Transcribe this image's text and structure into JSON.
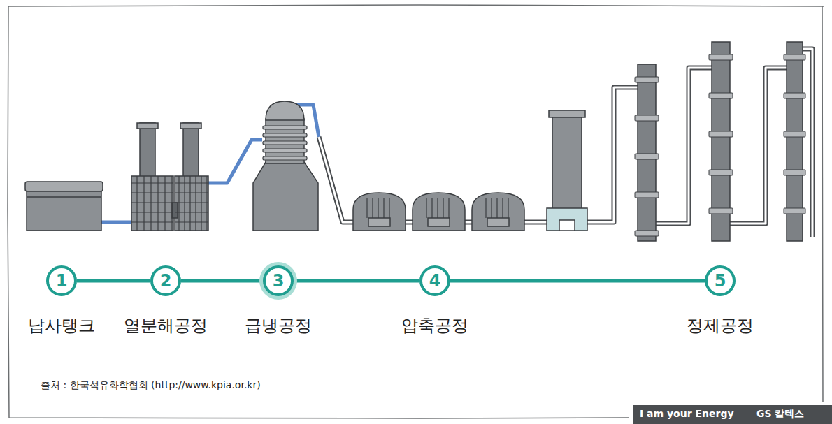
{
  "diagram": {
    "nodes": [
      {
        "text": [
          "1",
          "납사탱크"
        ]
      },
      {
        "text": [
          "2",
          "열분해공정"
        ]
      },
      {
        "text": [
          "3",
          "급냉공정"
        ]
      },
      {
        "text": [
          "4",
          "압축공정"
        ]
      },
      {
        "text": [
          "5",
          "정제공정"
        ]
      }
    ],
    "edges": [
      {
        "from": 0,
        "to": 1,
        "arrow": "none"
      },
      {
        "from": 1,
        "to": 2,
        "arrow": "none"
      },
      {
        "from": 2,
        "to": 3,
        "arrow": "none"
      },
      {
        "from": 3,
        "to": 4,
        "arrow": "none"
      }
    ],
    "labels": [
      "출처 : 한국석유화학협회 (http://www.kpia.or.kr)",
      "I am your Energy",
      "GS 칼텍스"
    ]
  }
}
